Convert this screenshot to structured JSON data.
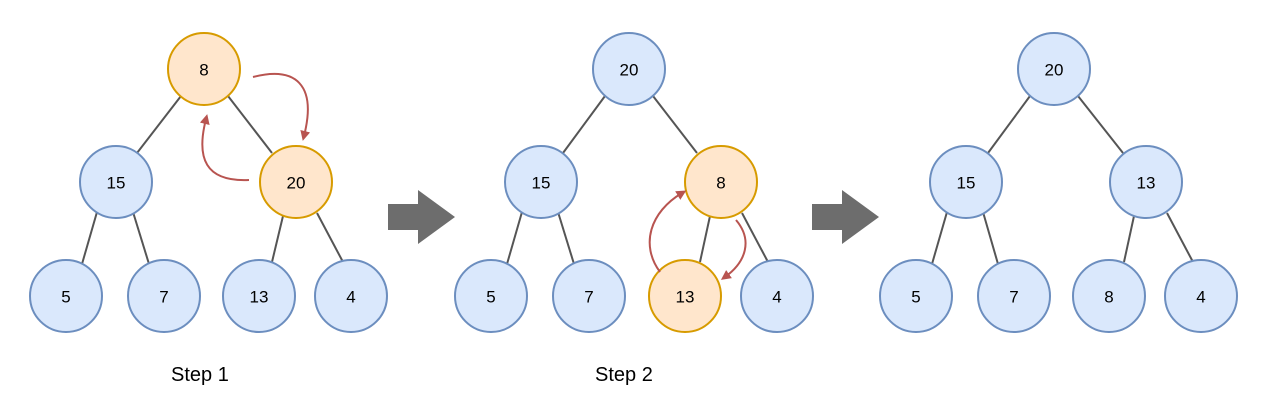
{
  "colors": {
    "normal_fill": "#dae8fc",
    "normal_stroke": "#6c8ebf",
    "highlight_fill": "#ffe6cc",
    "highlight_stroke": "#d79b00",
    "edge": "#555555",
    "swap_arrow": "#b85450",
    "transition_arrow": "#6d6d6d"
  },
  "trees": [
    {
      "nodes": [
        "8",
        "15",
        "20",
        "5",
        "7",
        "13",
        "4"
      ],
      "highlighted": [
        0,
        2
      ]
    },
    {
      "nodes": [
        "20",
        "15",
        "8",
        "5",
        "7",
        "13",
        "4"
      ],
      "highlighted": [
        2,
        5
      ]
    },
    {
      "nodes": [
        "20",
        "15",
        "13",
        "5",
        "7",
        "8",
        "4"
      ],
      "highlighted": []
    }
  ],
  "captions": {
    "step1": "Step 1",
    "step2": "Step 2"
  }
}
